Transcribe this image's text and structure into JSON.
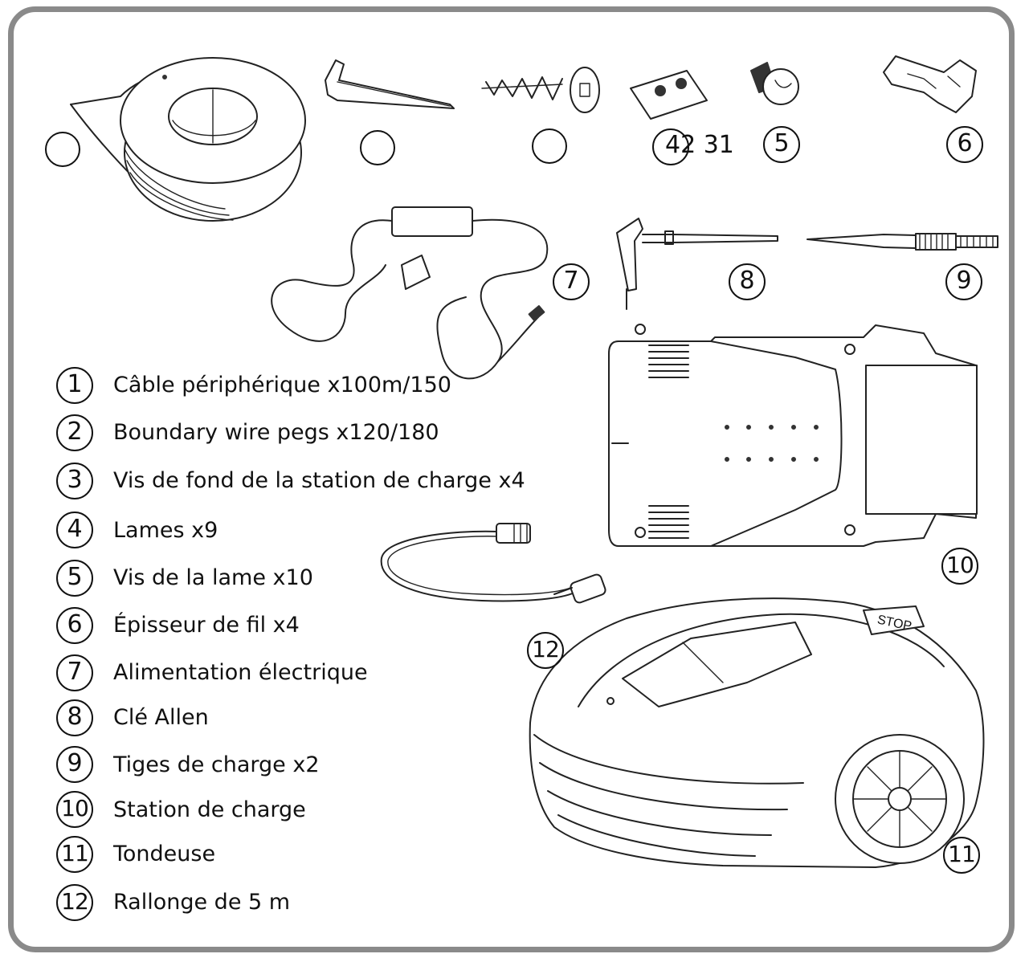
{
  "parts": [
    {
      "num": "1",
      "label": "Câble périphérique x100m/150"
    },
    {
      "num": "2",
      "label": "Boundary wire pegs x120/180"
    },
    {
      "num": "3",
      "label": "Vis de fond de la station de charge x4"
    },
    {
      "num": "4",
      "label": "Lames x9"
    },
    {
      "num": "5",
      "label": "Vis de la lame x10"
    },
    {
      "num": "6",
      "label": "Épisseur de fil x4"
    },
    {
      "num": "7",
      "label": "Alimentation électrique"
    },
    {
      "num": "8",
      "label": "Clé Allen"
    },
    {
      "num": "9",
      "label": "Tiges de charge x2"
    },
    {
      "num": "10",
      "label": "Station de charge"
    },
    {
      "num": "11",
      "label": "Tondeuse"
    },
    {
      "num": "12",
      "label": "Rallonge de 5 m"
    }
  ],
  "callouts": {
    "blade_marker": "42 31",
    "blade_screw": "5",
    "splicer": "6",
    "power_supply": "7",
    "allen_key": "8",
    "charging_pins": "9",
    "charging_station": "10",
    "extension_cable": "12",
    "mower": "11",
    "mower_stop_label": "STOP"
  }
}
